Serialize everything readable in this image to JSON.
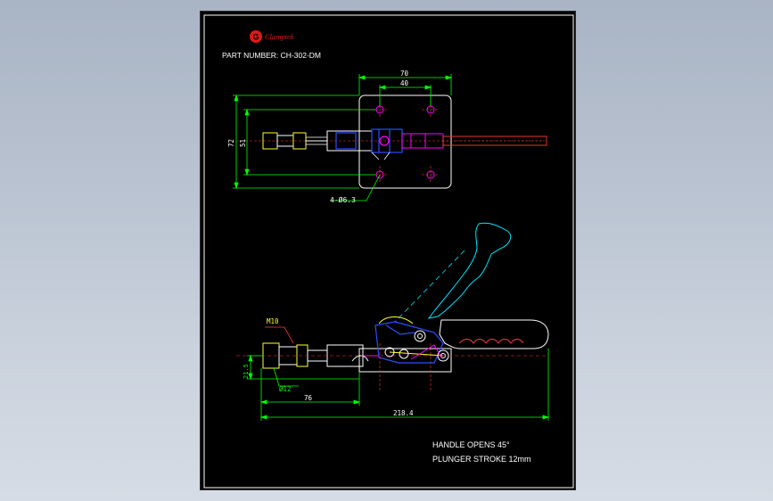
{
  "logo": {
    "brand_text": "Clamptek",
    "mark": "G"
  },
  "part_number_label": "PART NUMBER:  CH-302-DM",
  "top_view": {
    "dim_width_outer": "70",
    "dim_width_inner": "40",
    "dim_height_outer": "72",
    "dim_height_inner": "51",
    "hole_callout": "4-Ø6.3"
  },
  "side_view": {
    "thread_label": "M10",
    "dim_height_base": "21.5",
    "dim_plunger_dia": "Ø12",
    "dim_to_base": "76",
    "dim_overall": "218.4"
  },
  "notes": {
    "line1": "HANDLE OPENS 45°",
    "line2": "PLUNGER STROKE 12mm"
  },
  "colors": {
    "background": "#000000",
    "outline": "#ffffff",
    "dimension": "#00ff00",
    "leader": "#ff2020",
    "handle": "#00e5ff",
    "component_blue": "#2c4dff",
    "component_magenta": "#ff00ff",
    "component_yellow": "#ffff33",
    "centerline": "#ff3a3a"
  }
}
